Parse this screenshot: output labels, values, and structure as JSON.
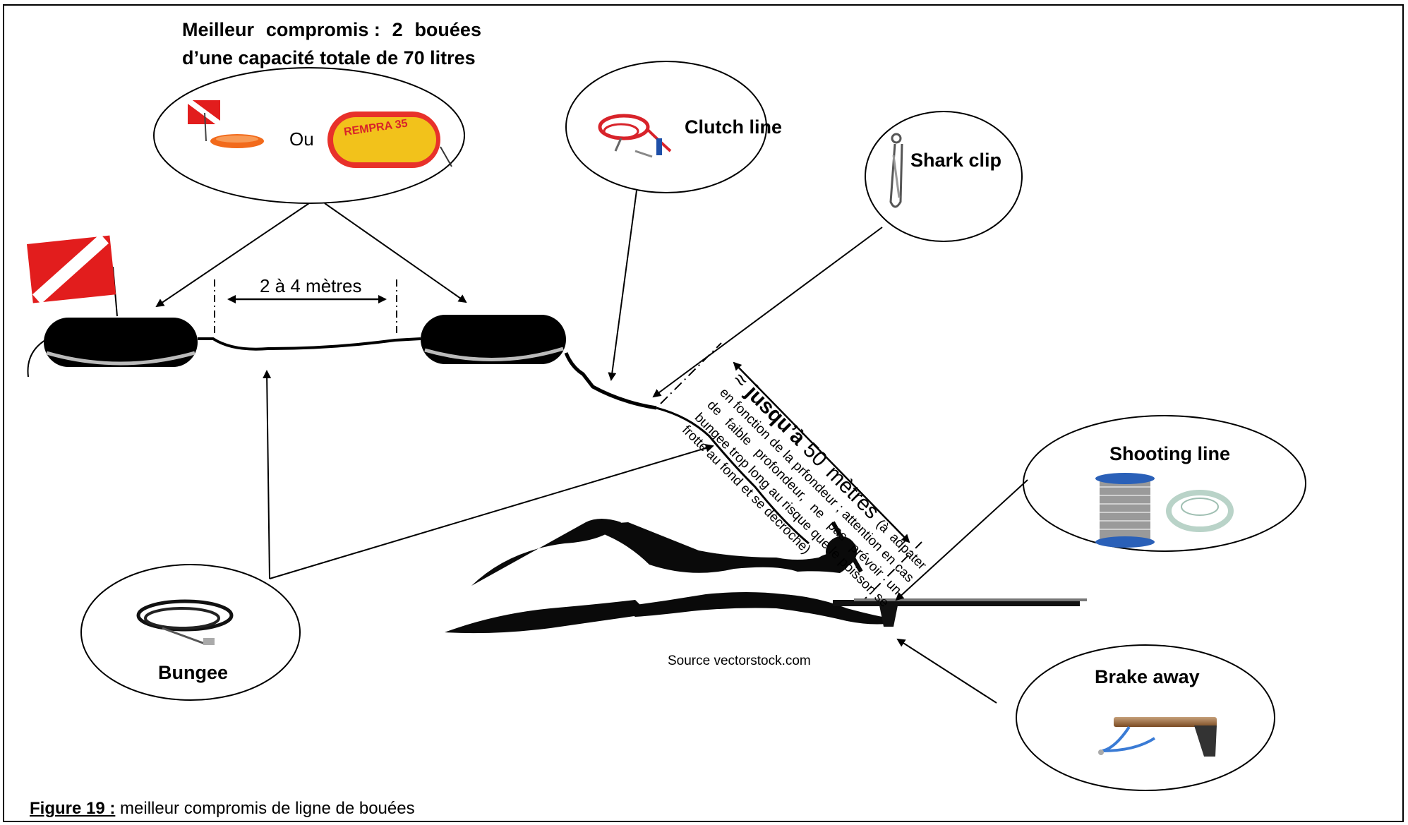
{
  "headline": {
    "line1": [
      "Meilleur",
      "compromis :",
      "2",
      "bouées"
    ],
    "line2": "d’une capacité totale de 70 litres"
  },
  "buoy_choice": {
    "separator": "Ou",
    "product_print": "REMPRA 35"
  },
  "callouts": {
    "clutch_line": "Clutch line",
    "shark_clip": "Shark clip",
    "shooting_line": "Shooting line",
    "brake_away": "Brake away",
    "bungee": "Bungee"
  },
  "spacing_label": "2 à 4 mètres",
  "depth_note": {
    "prefix": "≈",
    "main": "jusqu’à",
    "value": "50 mètres",
    "detail": "(à adpater en fonction de la prfondeur ; attention en cas de faible profondeur, ne pas prévoir un bungee trop long au risque que le poisson se frotte au fond et se décroche)"
  },
  "source": "Source vectorstock.com",
  "caption": {
    "figure_ref": "Figure 19 :",
    "text": " meilleur compromis de ligne de bouées"
  },
  "colors": {
    "flag_red": "#e21d1d",
    "flag_white": "#ffffff",
    "buoy_orange": "#f26a1b",
    "buoy_yellow": "#f2c21b",
    "clutch_red": "#d8232a",
    "line": "#000000"
  }
}
